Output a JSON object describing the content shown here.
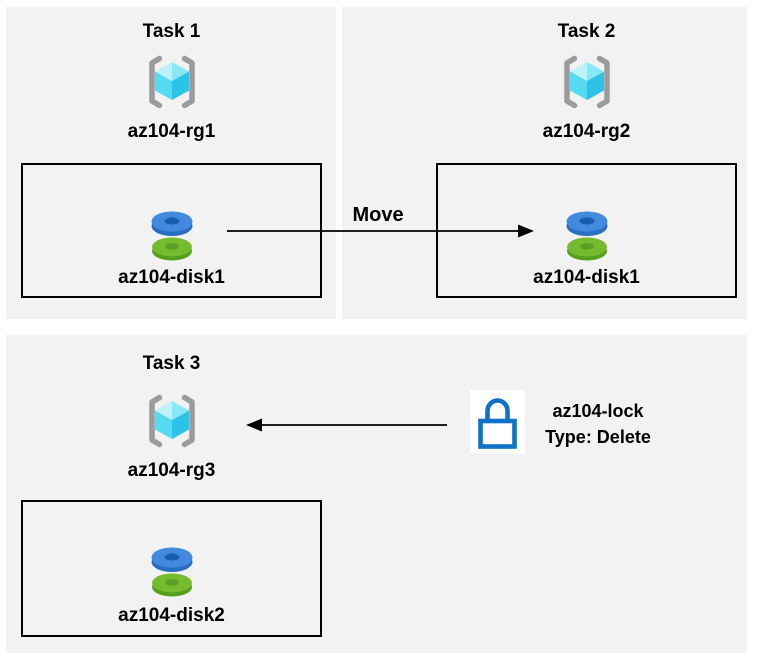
{
  "tasks": [
    {
      "title": "Task 1",
      "resource_group": "az104-rg1",
      "disk": "az104-disk1"
    },
    {
      "title": "Task 2",
      "resource_group": "az104-rg2",
      "disk": "az104-disk1"
    },
    {
      "title": "Task 3",
      "resource_group": "az104-rg3",
      "disk": "az104-disk2"
    }
  ],
  "move_arrow": {
    "label": "Move",
    "from": "az104-disk1 in az104-rg1",
    "to": "az104-rg2"
  },
  "lock": {
    "name": "az104-lock",
    "type_label": "Type: Delete",
    "target": "az104-rg3"
  },
  "icons": {
    "resource_group": "azure-resource-group-icon",
    "disk": "azure-managed-disk-icon",
    "lock": "azure-resource-lock-icon"
  },
  "colors": {
    "panel_bg": "#f2f2f2",
    "box_border": "#000000",
    "text": "#000000",
    "arrow": "#000000",
    "bracket_gray": "#9b9b9b",
    "cube_top_light": "#bcf2fb",
    "cube_top_dark": "#8ae8f6",
    "cube_left": "#54dbf1",
    "cube_right": "#2dc3e6",
    "disk_blue_top": "#418ade",
    "disk_blue_side": "#2b6fc2",
    "disk_blue_hole": "#1b5bb0",
    "disk_green_top": "#76bb2f",
    "disk_green_side": "#57a01c",
    "disk_green_hole": "#5d9f26",
    "lock_blue": "#1072c6",
    "lock_bg": "#ffffff"
  }
}
